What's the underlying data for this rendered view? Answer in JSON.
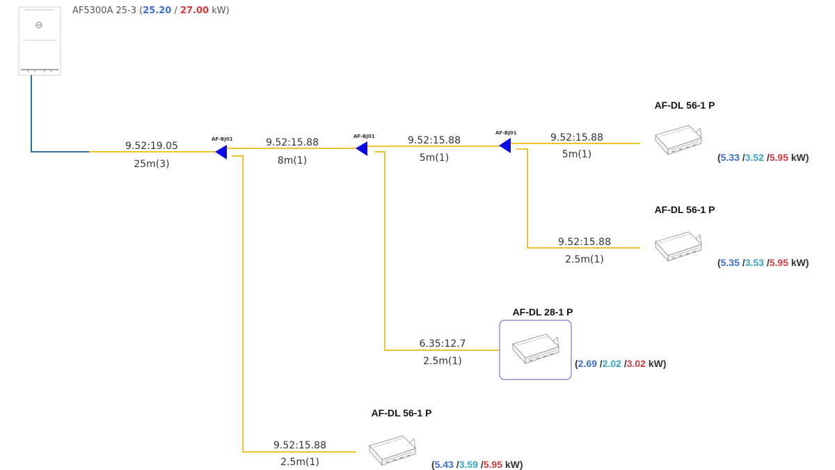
{
  "colors": {
    "pipe": "#f2c12e",
    "main_pipe": "#2e6d9e",
    "branch": "#0a0ae6",
    "cooling": "#3b6fd1",
    "heating_low": "#35a6c8",
    "heating": "#d9373b",
    "selection": "#7a75c9"
  },
  "outdoor_unit": {
    "model": "AF5300A 25-3",
    "open": "(",
    "cooling": "25.20",
    "sep": " / ",
    "heating": "27.00",
    "close": " kW)",
    "icon": "outdoor-unit-icon"
  },
  "branch_label": "AF-BJ01",
  "pipes": {
    "main": {
      "size": "9.52:19.05",
      "length": "25m(3)"
    },
    "seg1": {
      "size": "9.52:15.88",
      "length": "8m(1)"
    },
    "seg2": {
      "size": "9.52:15.88",
      "length": "5m(1)"
    },
    "unit1": {
      "size": "9.52:15.88",
      "length": "5m(1)"
    },
    "unit2": {
      "size": "9.52:15.88",
      "length": "2.5m(1)"
    },
    "unit3": {
      "size": "6.35:12.7",
      "length": "2.5m(1)"
    },
    "unit4": {
      "size": "9.52:15.88",
      "length": "2.5m(1)"
    }
  },
  "indoor_units": [
    {
      "model": "AF-DL 56-1 P",
      "open": "(",
      "v1": "5.33",
      "v2": "3.52",
      "v3": "5.95",
      "unit": " kW)",
      "icon": "ducted-unit-icon"
    },
    {
      "model": "AF-DL 56-1 P",
      "open": "(",
      "v1": "5.35",
      "v2": "3.53",
      "v3": "5.95",
      "unit": " kW)",
      "icon": "ducted-unit-icon"
    },
    {
      "model": "AF-DL 28-1 P",
      "open": "(",
      "v1": "2.69",
      "v2": "2.02",
      "v3": "3.02",
      "unit": " kW)",
      "icon": "ducted-unit-icon"
    },
    {
      "model": "AF-DL 56-1 P",
      "open": "(",
      "v1": "5.43",
      "v2": "3.59",
      "v3": "5.95",
      "unit": " kW)",
      "icon": "ducted-unit-icon"
    }
  ],
  "slash": " /"
}
